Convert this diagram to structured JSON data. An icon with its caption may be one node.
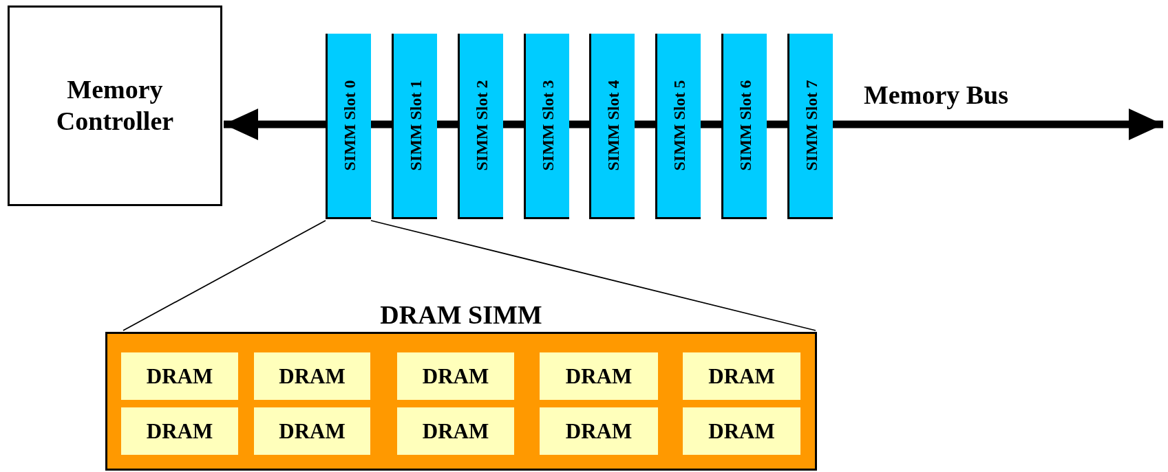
{
  "diagram": {
    "nodes": [
      {
        "text": [
          "Memory Controller"
        ]
      },
      {
        "text": [
          "SIMM Slot 0"
        ]
      },
      {
        "text": [
          "SIMM Slot 1"
        ]
      },
      {
        "text": [
          "SIMM Slot 2"
        ]
      },
      {
        "text": [
          "SIMM Slot 3"
        ]
      },
      {
        "text": [
          "SIMM Slot 4"
        ]
      },
      {
        "text": [
          "SIMM Slot 5"
        ]
      },
      {
        "text": [
          "SIMM Slot 6"
        ]
      },
      {
        "text": [
          "SIMM Slot 7"
        ]
      },
      {
        "text": [
          "DRAM SIMM"
        ]
      },
      {
        "text": [
          "DRAM"
        ],
        "in": 9
      },
      {
        "text": [
          "DRAM"
        ],
        "in": 9
      },
      {
        "text": [
          "DRAM"
        ],
        "in": 9
      },
      {
        "text": [
          "DRAM"
        ],
        "in": 9
      },
      {
        "text": [
          "DRAM"
        ],
        "in": 9
      },
      {
        "text": [
          "DRAM"
        ],
        "in": 9
      },
      {
        "text": [
          "DRAM"
        ],
        "in": 9
      },
      {
        "text": [
          "DRAM"
        ],
        "in": 9
      },
      {
        "text": [
          "DRAM"
        ],
        "in": 9
      },
      {
        "text": [
          "DRAM"
        ],
        "in": 9
      }
    ],
    "edges": [
      {
        "from": null,
        "to": 0,
        "arrow": "both",
        "style": "thick"
      },
      {
        "from": 1,
        "to": 9,
        "arrow": "none"
      },
      {
        "from": 1,
        "to": 9,
        "arrow": "none"
      }
    ],
    "labels": [
      "Memory Bus"
    ]
  }
}
